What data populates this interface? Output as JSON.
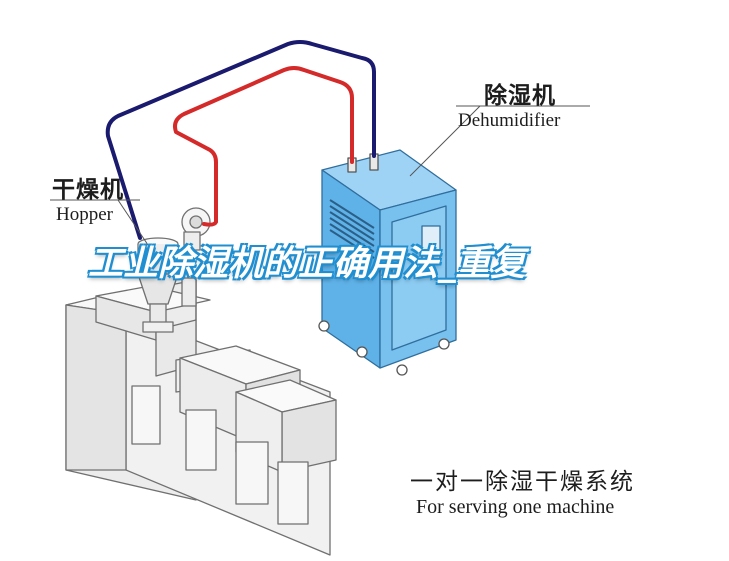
{
  "labels": {
    "hopper_cn": "干燥机",
    "hopper_en": "Hopper",
    "dehumidifier_cn": "除湿机",
    "dehumidifier_en": "Dehumidifier",
    "system_cn": "一对一除湿干燥系统",
    "system_en": "For serving one machine"
  },
  "overlay_title": "工业除湿机的正确用法_重复",
  "colors": {
    "supply_pipe": "#1a1a6e",
    "return_pipe": "#d42a2a",
    "dehumidifier_body": "#5fb2e8",
    "dehumidifier_body_light": "#9fd3f5",
    "dehumidifier_body_dark": "#3d8cc4",
    "machine_body": "#f2f2f2",
    "machine_outline": "#6f6f6f",
    "title_outline": "#1f8fd1"
  }
}
